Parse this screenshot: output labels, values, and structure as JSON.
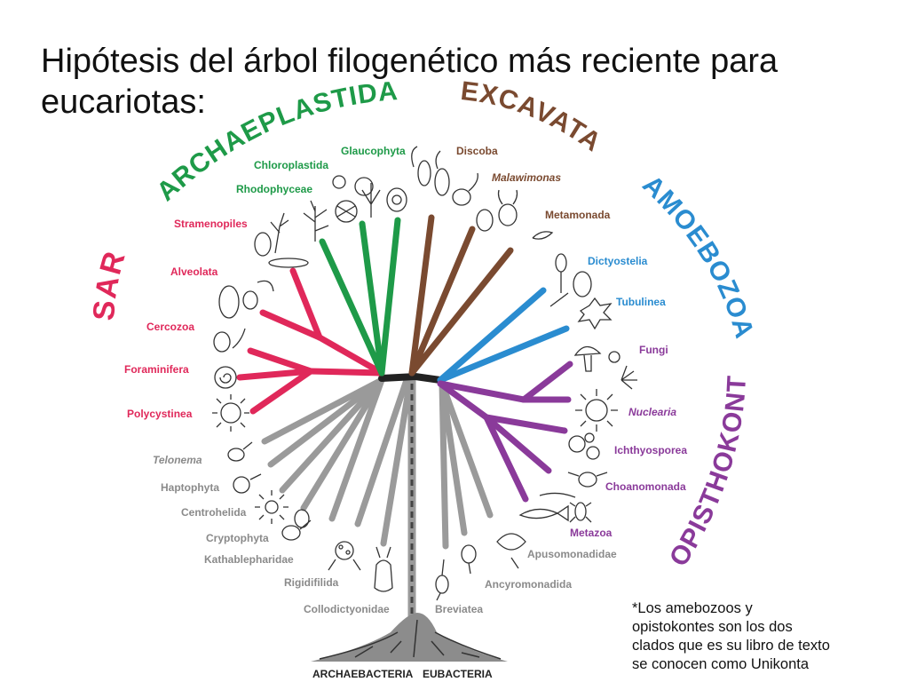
{
  "title": "Hipótesis del árbol filogenético más reciente para eucariotas:",
  "footnote": "*Los amebozoos y\nopistokontes son los dos\nclados que es su libro de texto\nse conocen como Unikonta",
  "colors": {
    "sar": "#e0285a",
    "archaeplastida": "#1e9a48",
    "excavata": "#7a4a30",
    "amoebozoa": "#2a8cd0",
    "opisthokonta": "#8a3a9a",
    "other": "#9a9a9a",
    "trunk": "#222222"
  },
  "groups": {
    "sar": "SAR",
    "archaeplastida": "ARCHAEPLASTIDA",
    "excavata": "EXCAVATA",
    "amoebozoa": "AMOEBOZOA",
    "opisthokonta": "OPISTHOKONTA"
  },
  "taxa": {
    "stramenopiles": "Stramenopiles",
    "alveolata": "Alveolata",
    "cercozoa": "Cercozoa",
    "foraminifera": "Foraminifera",
    "polycystinea": "Polycystinea",
    "chloroplastida": "Chloroplastida",
    "glaucophyta": "Glaucophyta",
    "rhodophyceae": "Rhodophyceae",
    "discoba": "Discoba",
    "malawimonas": "Malawimonas",
    "metamonada": "Metamonada",
    "dictyostelia": "Dictyostelia",
    "tubulinea": "Tubulinea",
    "fungi": "Fungi",
    "nuclearia": "Nuclearia",
    "ichthyosporea": "Ichthyosporea",
    "choanomonada": "Choanomonada",
    "metazoa": "Metazoa",
    "telonema": "Telonema",
    "haptophyta": "Haptophyta",
    "centrohelida": "Centrohelida",
    "cryptophyta": "Cryptophyta",
    "kathablepharidae": "Kathablepharidae",
    "rigidifilida": "Rigidifilida",
    "collodictyonidae": "Collodictyonidae",
    "breviatea": "Breviatea",
    "ancyromonadida": "Ancyromonadida",
    "apusomonadidae": "Apusomonadidae"
  },
  "roots": {
    "archaebacteria": "ARCHAEBACTERIA",
    "eubacteria": "EUBACTERIA"
  }
}
